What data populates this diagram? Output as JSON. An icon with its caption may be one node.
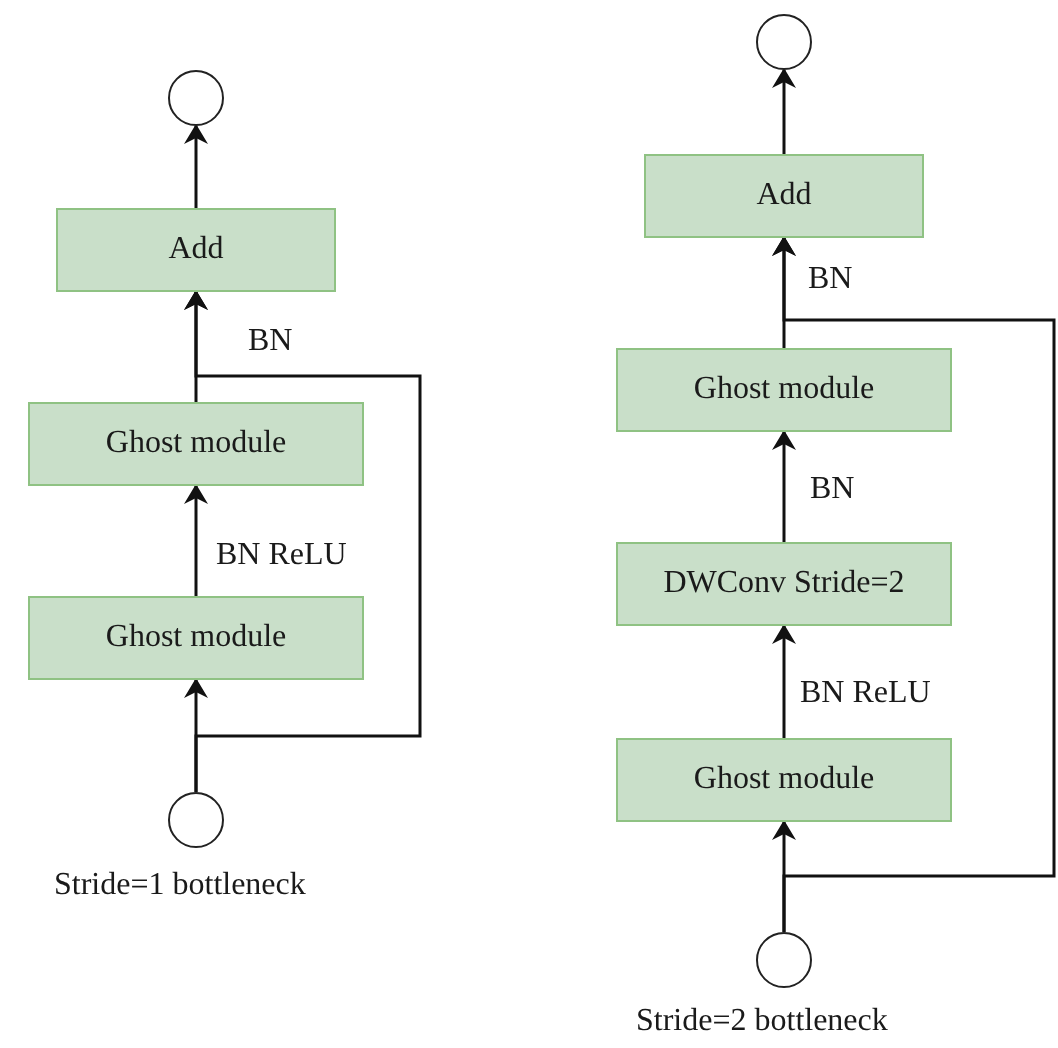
{
  "diagram": {
    "nodes": [
      {
        "text": [],
        "shape": "circle"
      },
      {
        "text": [
          "Add"
        ]
      },
      {
        "text": [
          "Ghost module"
        ]
      },
      {
        "text": [
          "Ghost module"
        ]
      },
      {
        "text": [],
        "shape": "circle"
      },
      {
        "text": [],
        "shape": "circle"
      },
      {
        "text": [
          "Add"
        ]
      },
      {
        "text": [
          "Ghost module"
        ]
      },
      {
        "text": [
          "DWConv Stride=2"
        ]
      },
      {
        "text": [
          "Ghost module"
        ]
      },
      {
        "text": [],
        "shape": "circle"
      }
    ],
    "edges": [
      {
        "from": 4,
        "to": 3,
        "arrow": "to"
      },
      {
        "from": 3,
        "to": 2,
        "arrow": "to",
        "label": "BN ReLU"
      },
      {
        "from": 2,
        "to": 1,
        "arrow": "to",
        "label": "BN"
      },
      {
        "from": 1,
        "to": 0,
        "arrow": "to"
      },
      {
        "from": 4,
        "to": 1,
        "arrow": "to"
      },
      {
        "from": 10,
        "to": 9,
        "arrow": "to"
      },
      {
        "from": 9,
        "to": 8,
        "arrow": "to",
        "label": "BN ReLU"
      },
      {
        "from": 8,
        "to": 7,
        "arrow": "to",
        "label": "BN"
      },
      {
        "from": 7,
        "to": 6,
        "arrow": "to",
        "label": "BN"
      },
      {
        "from": 6,
        "to": 5,
        "arrow": "to"
      },
      {
        "from": 10,
        "to": 6,
        "arrow": "to"
      }
    ],
    "labels": [
      "Stride=1 bottleneck",
      "Stride=2 bottleneck"
    ]
  }
}
